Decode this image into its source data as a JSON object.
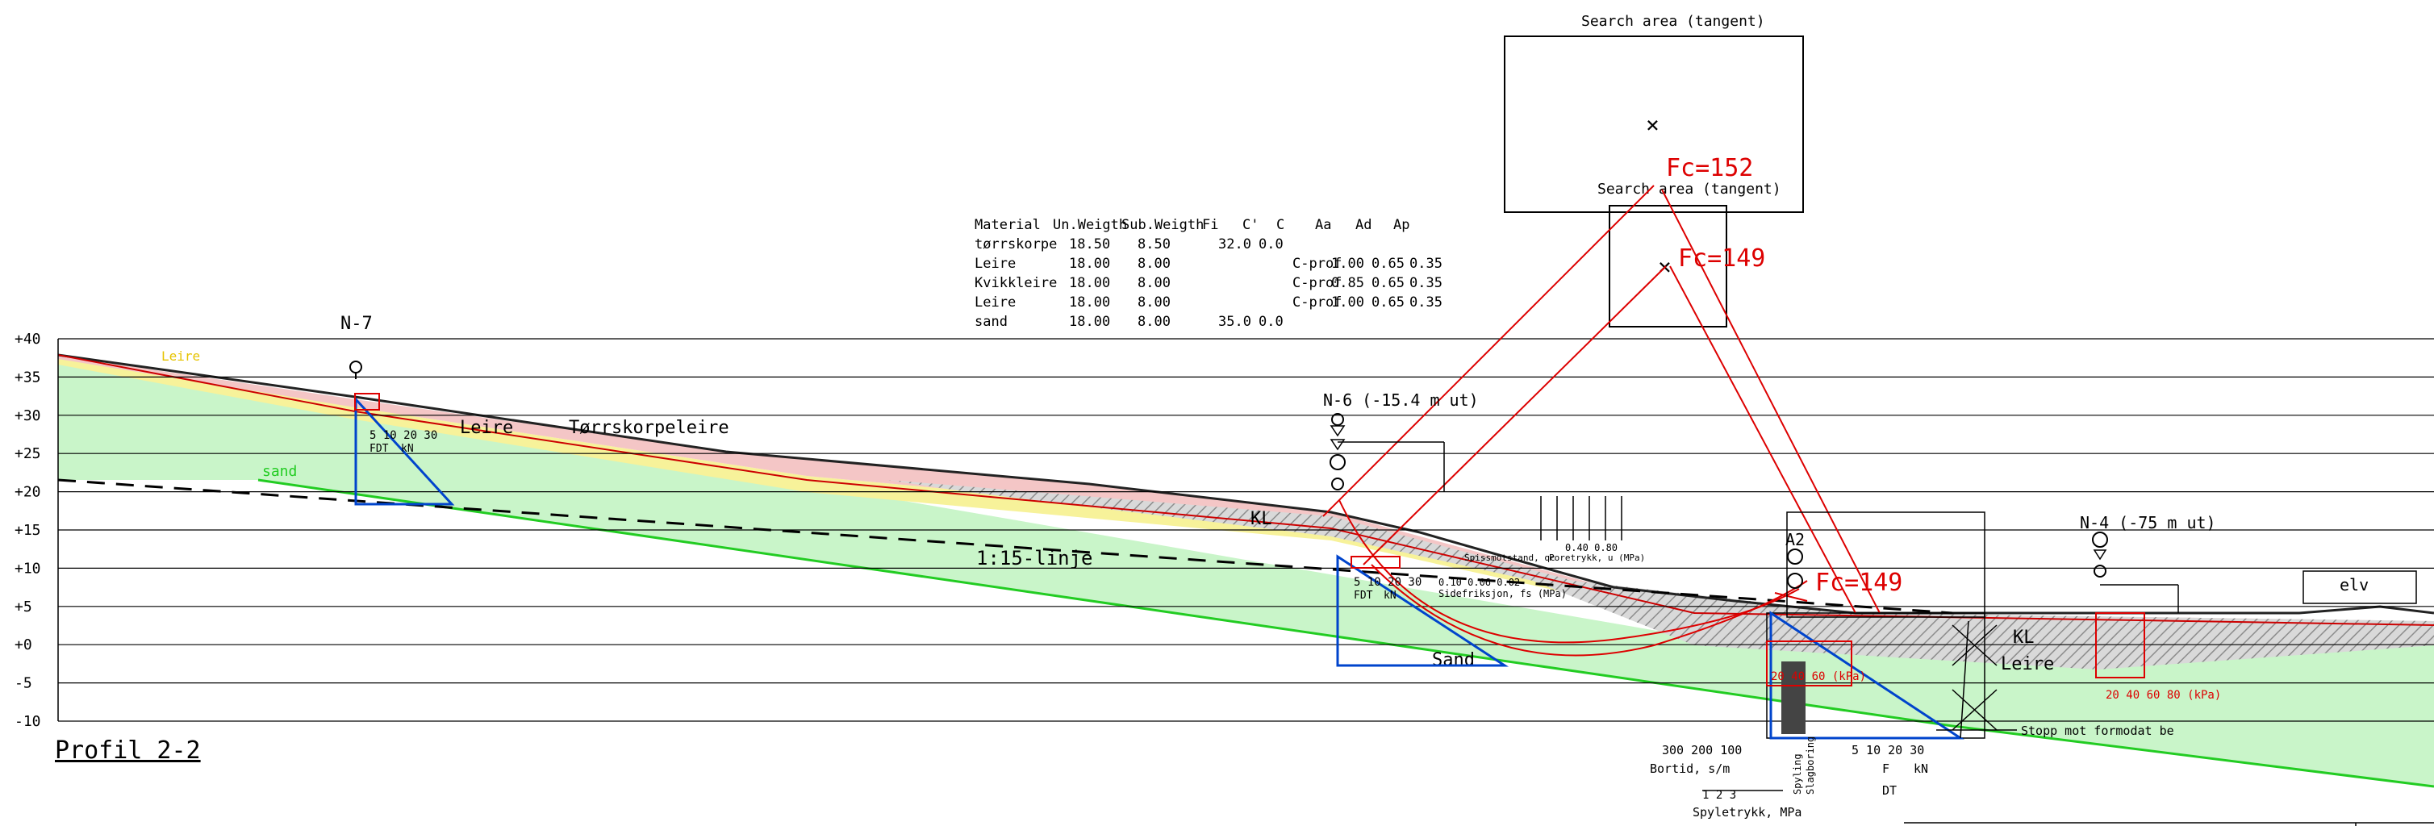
{
  "profile_title": "Profil 2-2",
  "elevation_labels": [
    "+40",
    "+35",
    "+30",
    "+25",
    "+20",
    "+15",
    "+10",
    "+5",
    "+0",
    "-5",
    "-10"
  ],
  "search_areas": [
    "Search area (tangent)",
    "Search area (tangent)"
  ],
  "factors": [
    "Fc=152",
    "Fc=149",
    "Fc=149"
  ],
  "boreholes": {
    "n7": "N-7",
    "n6": "N-6 (-15.4 m ut)",
    "a2": "A2",
    "n4": "N-4 (-75 m ut)"
  },
  "material_table": {
    "headers": [
      "Material",
      "Un.Weigth",
      "Sub.Weigth",
      "Fi",
      "C'",
      "C",
      "Aa",
      "Ad",
      "Ap"
    ],
    "rows": [
      [
        "tørrskorpe",
        "18.50",
        "8.50",
        "32.0",
        "0.0",
        "",
        "",
        "",
        ""
      ],
      [
        "Leire",
        "18.00",
        "8.00",
        "",
        "",
        "C-prof",
        "1.00",
        "0.65",
        "0.35"
      ],
      [
        "Kvikkleire",
        "18.00",
        "8.00",
        "",
        "",
        "C-prof",
        "0.85",
        "0.65",
        "0.35"
      ],
      [
        "Leire",
        "18.00",
        "8.00",
        "",
        "",
        "C-prof",
        "1.00",
        "0.65",
        "0.35"
      ],
      [
        "sand",
        "18.00",
        "8.00",
        "35.0",
        "0.0",
        "",
        "",
        "",
        ""
      ]
    ]
  },
  "layer_labels": {
    "leire_top": "Leire",
    "torrskorpe": "Tørrskorpeleire",
    "kl1": "KL",
    "sand_label": "Sand",
    "kl2": "KL",
    "leire_right": "Leire",
    "sand_green": "sand",
    "leire_yellow": "Leire",
    "slope_line": "1:15-linje",
    "elv": "elv"
  },
  "probe_labels": {
    "n7_ticks": "5 10 20 30",
    "n7_fdt": "FDT",
    "n7_kn": "kN",
    "n6_ticks": "5 10 20 30",
    "n6_fdt": "FDT",
    "n6_kn": "kN",
    "n6_side": "0.10 0.06 0.02",
    "n6_side_label": "Sidefriksjon, fs (MPa)",
    "n6_spiss": "Spissmotstand, qc",
    "n6_pore": "Poretrykk, u (MPa)",
    "n6_pore_ticks": "0.40 0.80",
    "a2_kpa": "20 40 60 (kPa)",
    "n4_kpa": "20 40 60 80 (kPa)",
    "bortid_ticks": "300 200 100",
    "bortid_label": "Bortid, s/m",
    "spyle_ticks": "1 2 3",
    "spyle_label": "Spyletrykk, MPa",
    "f_ticks": "5 10 20 30",
    "f_label": "F",
    "f_kn": "kN",
    "dt_label": "DT",
    "stopp": "Stopp mot formodat be",
    "spyling": "Spyling",
    "slagboring": "Slagboring"
  }
}
